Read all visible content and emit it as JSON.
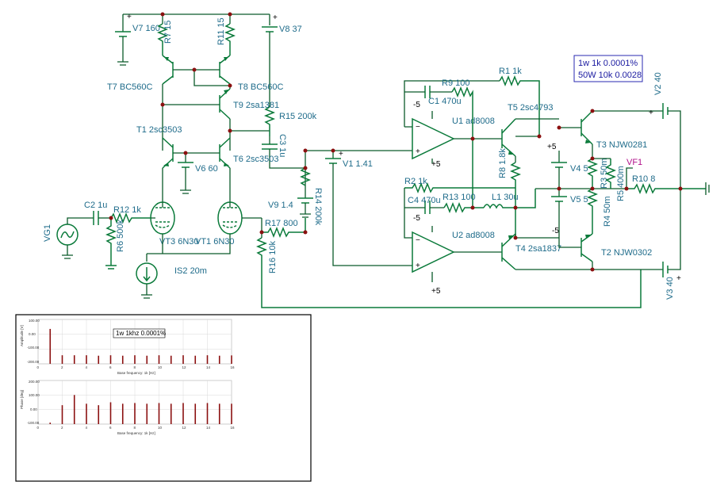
{
  "components": {
    "V7": "V7 160",
    "R7": "R7 15",
    "R11": "R11 15",
    "V8": "V8 37",
    "T7": "T7 BC560C",
    "T8": "T8 BC560C",
    "T9": "T9 2sa1381",
    "R15": "R15 200k",
    "C3": "C3 1u",
    "T1": "T1 2sc3503",
    "T6": "T6 2sc3503",
    "V6": "V6 60",
    "V9": "V9 1.4",
    "R14": "R14 200k",
    "V1": "V1 1.41",
    "C2": "C2 1u",
    "R12": "R12 1k",
    "R6": "R6 500k",
    "VG1": "VG1",
    "VT3": "VT3 6N30",
    "VT1": "VT1 6N30",
    "IS2": "IS2 20m",
    "R17": "R17 800",
    "R16": "R16 10k",
    "R9": "R9 100",
    "R1": "R1 1k",
    "C1": "C1 470u",
    "U1": "U1 ad8008",
    "T5": "T5 2sc4793",
    "T3": "T3 NJW0281",
    "V2": "V2 40",
    "R8": "R8 1.8k",
    "V4": "V4 5",
    "R3": "R3 50m",
    "R5": "R5 400m",
    "R10": "R10 8",
    "VF1": "VF1",
    "R2": "R2 1k",
    "C4": "C4 470u",
    "R13": "R13 100",
    "L1": "L1 30u",
    "V5": "V5 5",
    "R4": "R4 50m",
    "U2": "U2 ad8008",
    "T4": "T4 2sa1837",
    "T2": "T2 NJW0302",
    "V3": "V3 40"
  },
  "pins": {
    "minus5": "-5",
    "plus5": "+5",
    "plus": "+",
    "minus": "-"
  },
  "note_box": {
    "line1": "1w 1k 0.0001%",
    "line2": "50W 10k 0.0028"
  },
  "spectrum_panel": {
    "amplitude_plot": {
      "ylabel": "Amplitude [V]",
      "xlabel": "Base frequency: 1k [Hz]",
      "yticks": [
        "100.00",
        "0.00",
        "-100.00",
        "-200.00"
      ],
      "xticks": [
        "0",
        "2",
        "4",
        "6",
        "8",
        "10",
        "12",
        "14",
        "16"
      ],
      "legend": "1w 1khz 0.0001%"
    },
    "phase_plot": {
      "ylabel": "Phase [deg]",
      "xlabel": "Base frequency: 1k [Hz]",
      "yticks": [
        "200.00",
        "100.00",
        "0.00",
        "-100.00"
      ],
      "xticks": [
        "0",
        "2",
        "4",
        "6",
        "8",
        "10",
        "12",
        "14",
        "16"
      ]
    }
  },
  "chart_data": [
    {
      "type": "bar",
      "x": [
        1,
        2,
        3,
        4,
        5,
        6,
        7,
        8,
        9,
        10,
        11,
        12,
        13,
        14,
        15,
        16
      ],
      "values": [
        36,
        -142,
        -142,
        -142,
        -145,
        -142,
        -145,
        -142,
        -145,
        -142,
        -145,
        -142,
        -145,
        -142,
        -145,
        -143
      ],
      "ylim": [
        -200,
        100
      ],
      "xlim": [
        0,
        16
      ],
      "ylabel": "Amplitude [V]",
      "xlabel": "Base frequency: 1k [Hz]"
    },
    {
      "type": "bar",
      "x": [
        1,
        2,
        3,
        4,
        5,
        6,
        7,
        8,
        9,
        10,
        11,
        12,
        13,
        14,
        15,
        16
      ],
      "values": [
        -90,
        30,
        100,
        40,
        30,
        50,
        40,
        45,
        40,
        45,
        40,
        45,
        40,
        45,
        40,
        40
      ],
      "ylim": [
        -100,
        200
      ],
      "xlim": [
        0,
        16
      ],
      "ylabel": "Phase [deg]",
      "xlabel": "Base frequency: 1k [Hz]"
    }
  ]
}
